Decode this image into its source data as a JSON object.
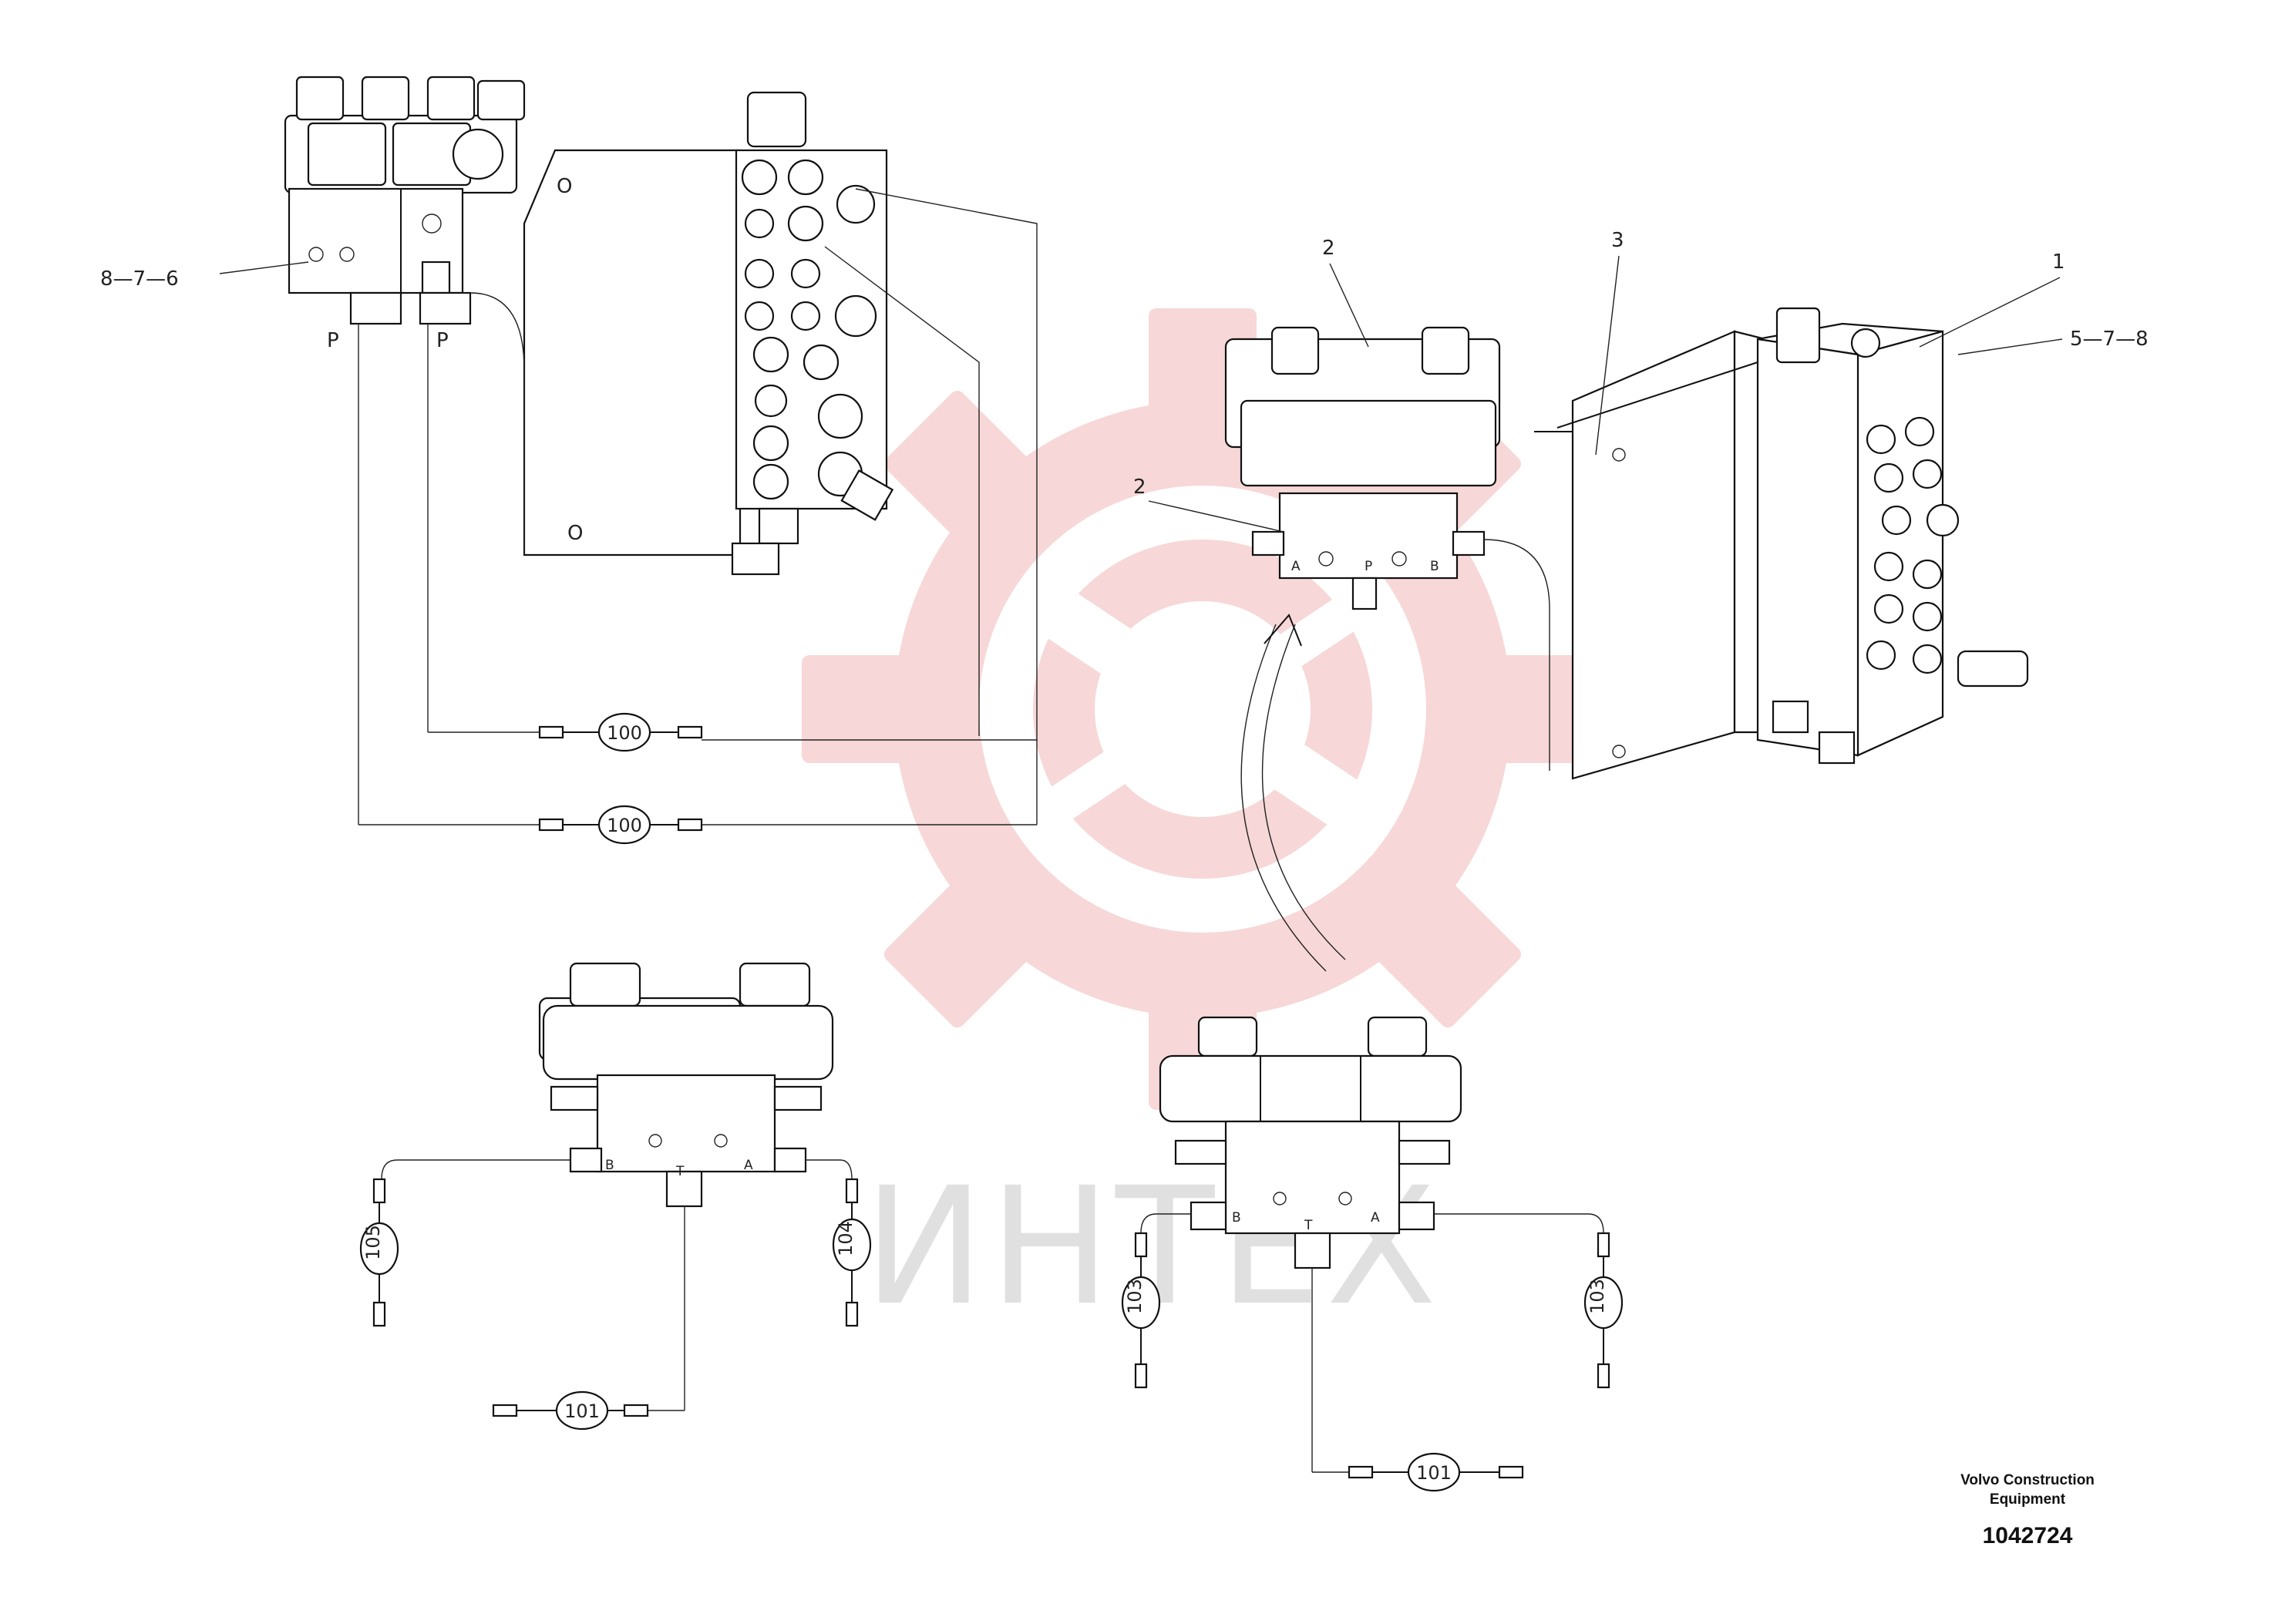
{
  "watermark": {
    "text": "ИНТЕХ",
    "color": "#f2b7b7"
  },
  "labels": {
    "l_876": "8—7—6",
    "l_578": "5—7—8",
    "l_1": "1",
    "l_2a": "2",
    "l_2b": "2",
    "l_3": "3",
    "p1": "P",
    "p2": "P",
    "o1": "O",
    "o2": "O"
  },
  "ports": {
    "a": "A",
    "b": "B",
    "t": "T",
    "p": "P"
  },
  "hoses": {
    "h100a": "100",
    "h100b": "100",
    "h105": "105",
    "h104": "104",
    "h101a": "101",
    "h103a": "103",
    "h103b": "103",
    "h101b": "101"
  },
  "brand": {
    "line1": "Volvo Construction",
    "line2": "Equipment",
    "number": "1042724"
  }
}
